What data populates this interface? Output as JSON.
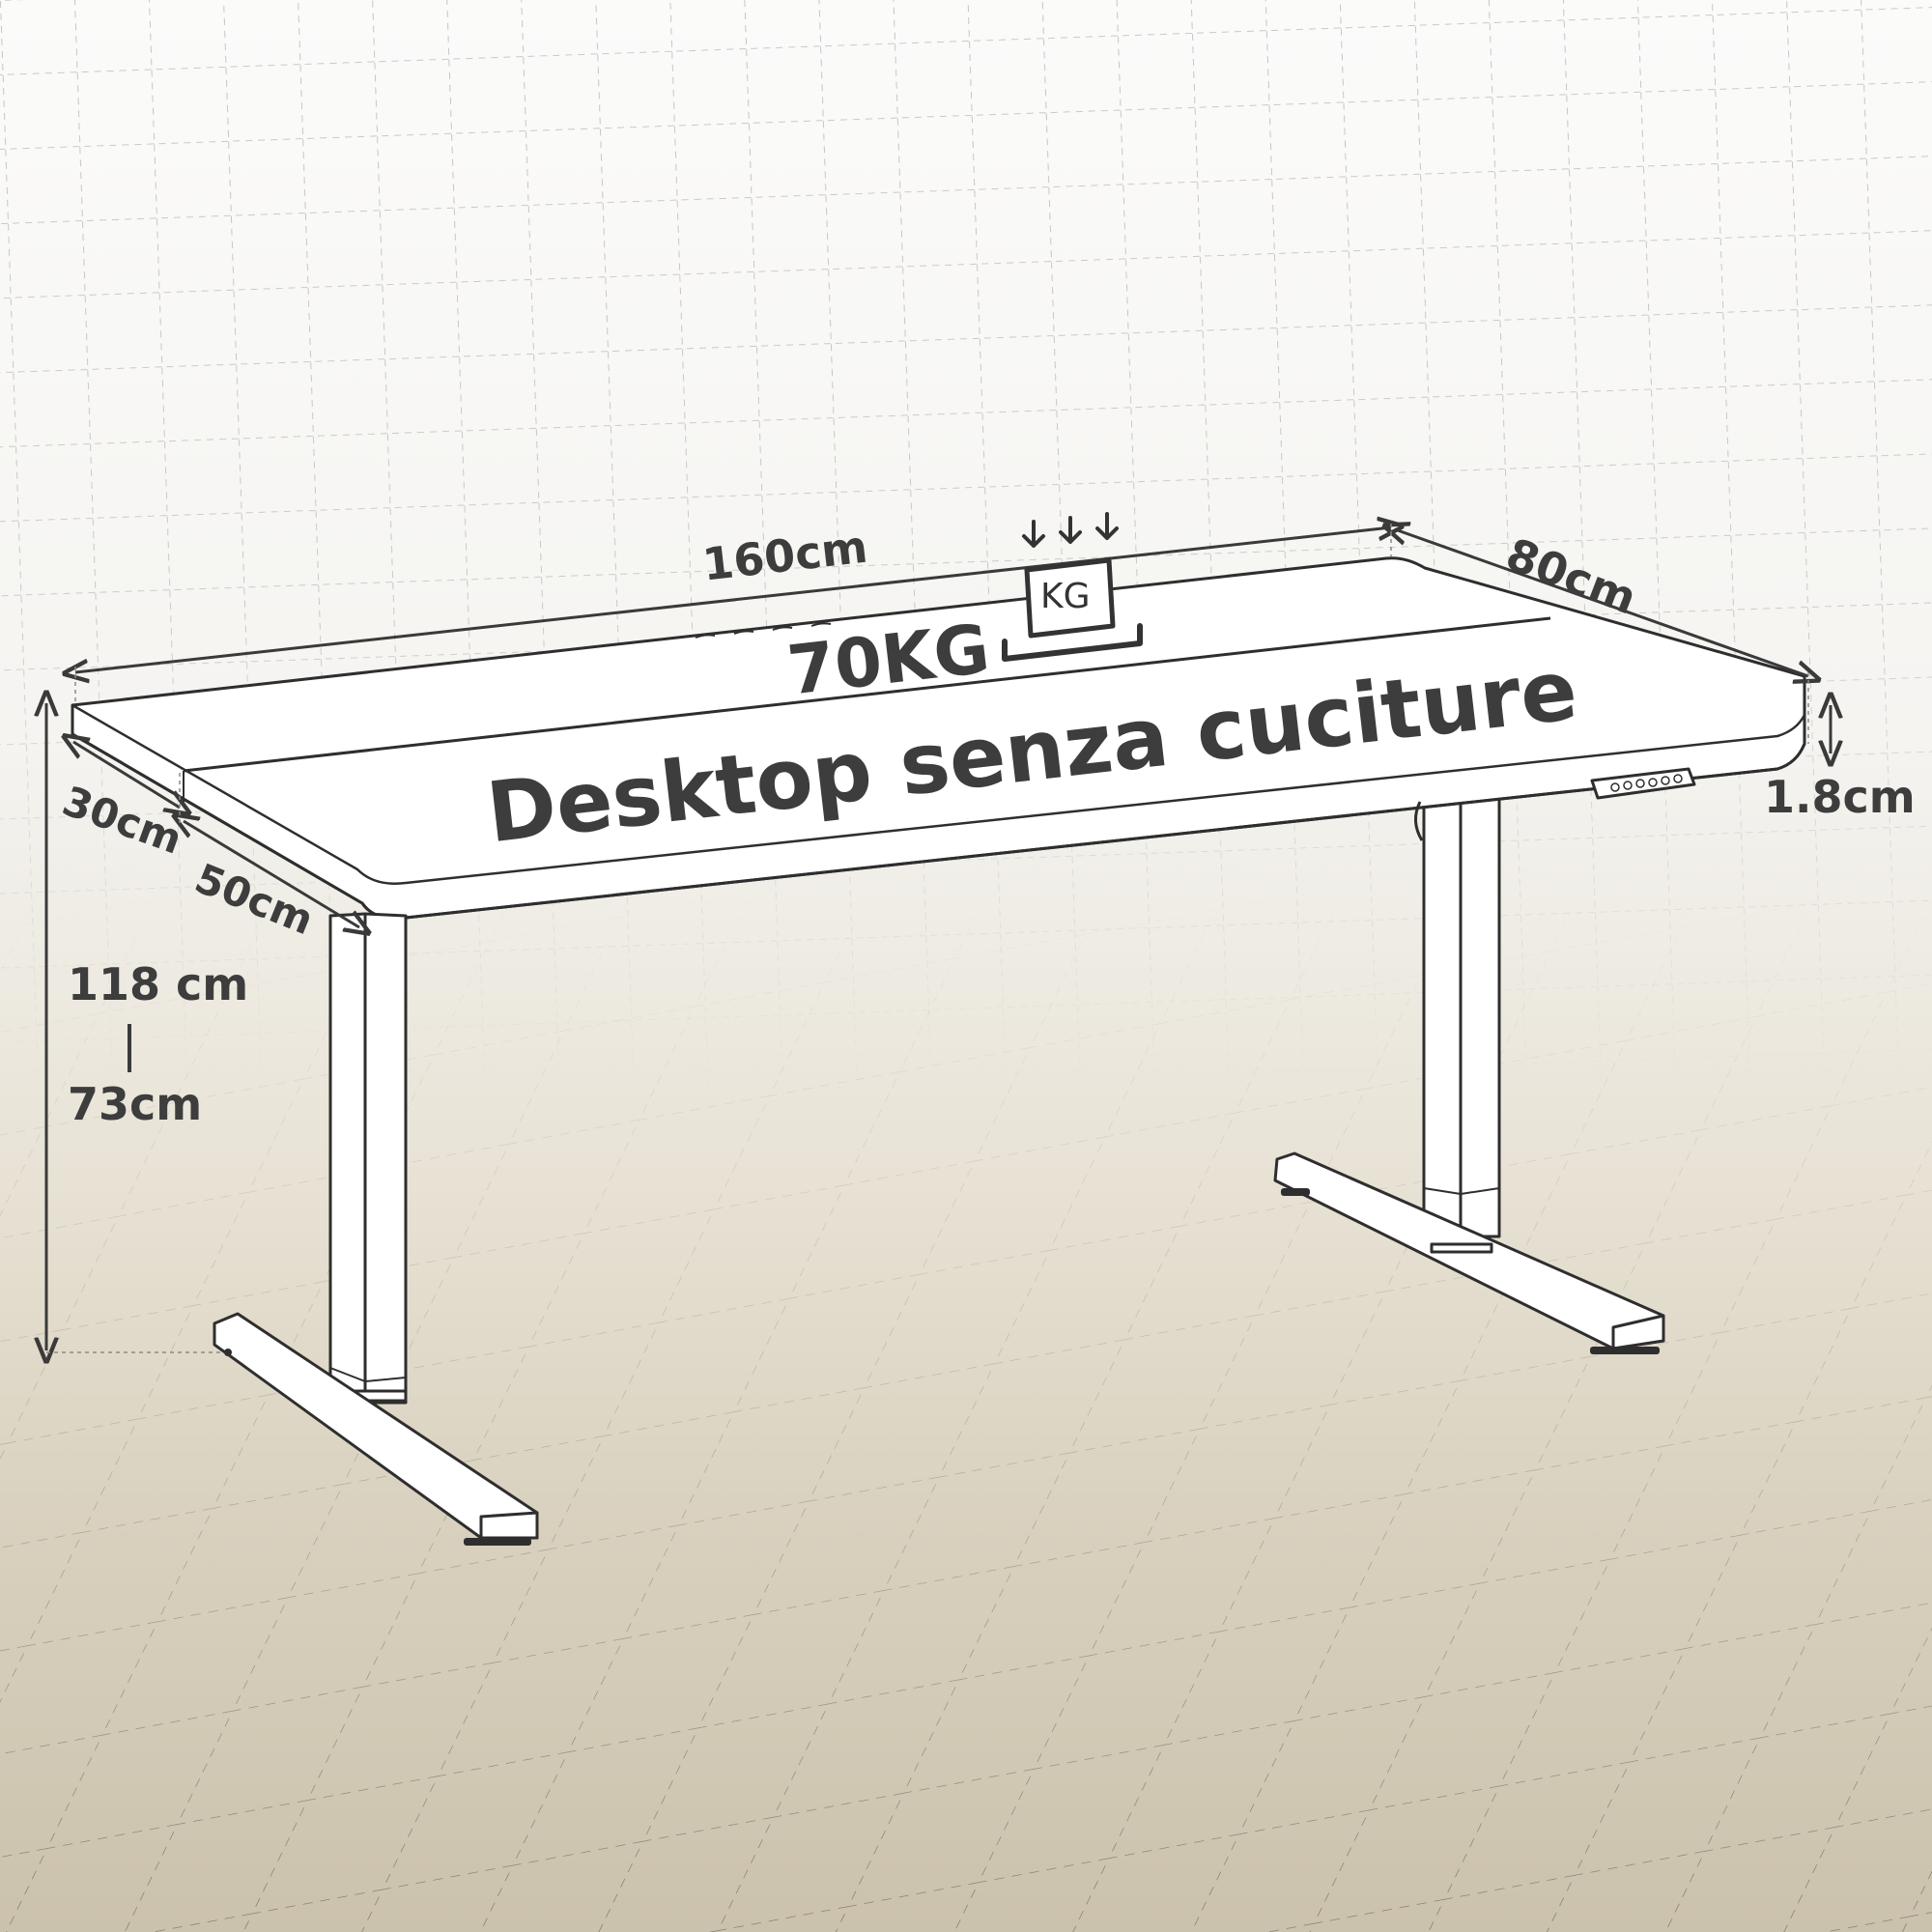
{
  "dimensions": {
    "width": "160cm",
    "depth": "80cm",
    "thickness": "1.8cm",
    "inset_side": "30cm",
    "inset_front": "50cm",
    "height_max": "118 cm",
    "height_min": "73cm"
  },
  "load": {
    "capacity": "70KG",
    "icon_label": "KG",
    "icon": "weight-load-icon"
  },
  "feature_text": "Desktop senza cuciture",
  "colors": {
    "outline": "#2e2e2e",
    "text": "#3d3d3d",
    "background_top": "#fbfbfa",
    "background_bottom": "#cbc2ad"
  }
}
